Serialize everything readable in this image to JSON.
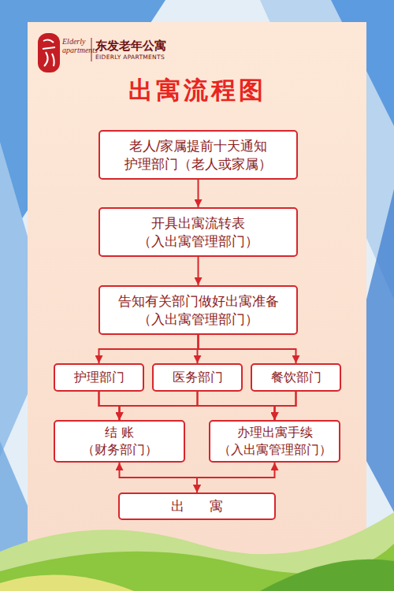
{
  "diagram": {
    "title": "出寓流程图",
    "nodes": [
      {
        "text": [
          "老人/家属提前十天通知 护理部门（老人或家属）"
        ]
      },
      {
        "text": [
          "开具出寓流转表 （入出寓管理部门）"
        ]
      },
      {
        "text": [
          "告知有关部门做好出寓准备 （入出寓管理部门）"
        ]
      },
      {
        "text": [
          "护理部门"
        ]
      },
      {
        "text": [
          "医务部门"
        ]
      },
      {
        "text": [
          "餐饮部门"
        ]
      },
      {
        "text": [
          "结 账 （财务部门）"
        ]
      },
      {
        "text": [
          "办理出寓手续 （入出寓管理部门）"
        ]
      },
      {
        "text": [
          "出 寓"
        ]
      }
    ],
    "edges": [
      {
        "from": 0,
        "to": 1,
        "arrow": "to"
      },
      {
        "from": 1,
        "to": 2,
        "arrow": "to"
      },
      {
        "from": 2,
        "to": 3,
        "arrow": "to"
      },
      {
        "from": 2,
        "to": 4,
        "arrow": "to"
      },
      {
        "from": 2,
        "to": 5,
        "arrow": "to"
      },
      {
        "from": 3,
        "to": 6,
        "arrow": "to"
      },
      {
        "from": 3,
        "to": 7,
        "arrow": "to"
      },
      {
        "from": 4,
        "to": 6,
        "arrow": "to"
      },
      {
        "from": 4,
        "to": 7,
        "arrow": "to"
      },
      {
        "from": 5,
        "to": 6,
        "arrow": "to"
      },
      {
        "from": 5,
        "to": 7,
        "arrow": "to"
      },
      {
        "from": 6,
        "to": 8,
        "arrow": "both"
      },
      {
        "from": 7,
        "to": 8,
        "arrow": "both"
      }
    ],
    "labels": [
      "Elderly apartments",
      "东发老年公寓",
      "EIDERLY APARTMENTS"
    ]
  }
}
